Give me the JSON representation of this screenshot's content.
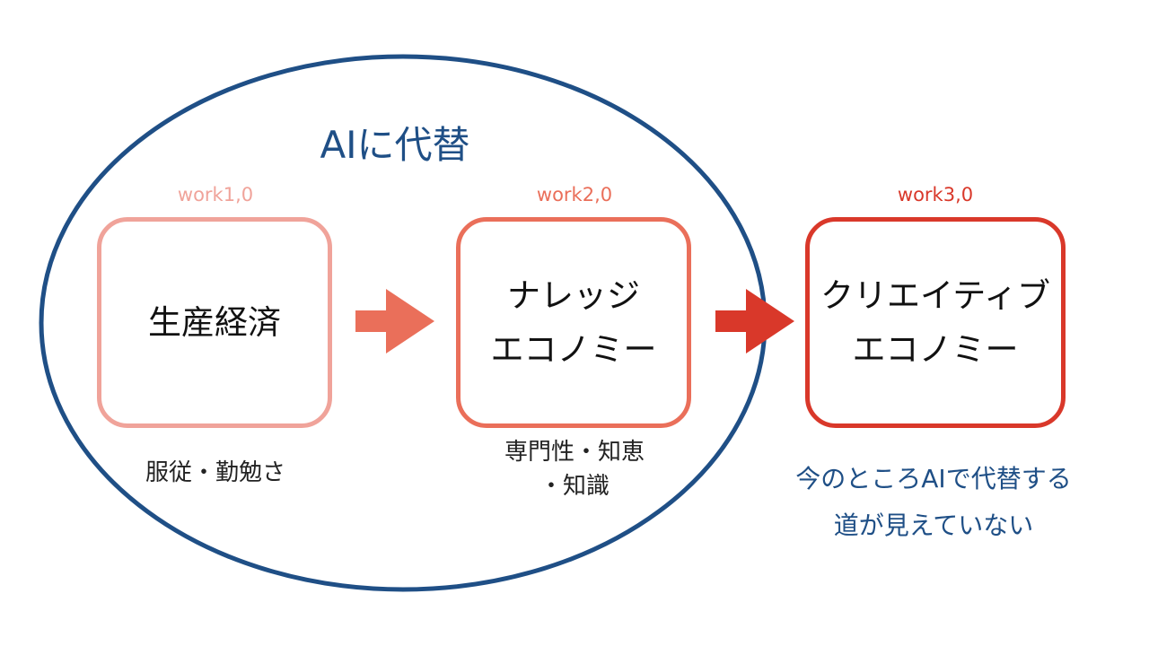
{
  "group": {
    "title": "AIに代替",
    "color": "#1f4f86"
  },
  "stages": [
    {
      "label": "work1,0",
      "name": "生産経済",
      "note": "服従・勤勉さ",
      "color": "#f0a39a"
    },
    {
      "label": "work2,0",
      "name": "ナレッジ\nエコノミー",
      "note": "専門性・知恵\n・知識",
      "color": "#ea6f5a"
    },
    {
      "label": "work3,0",
      "name": "クリエイティブ\nエコノミー",
      "color": "#d9382a"
    }
  ],
  "arrows": [
    {
      "color": "#ea6f5a",
      "icon": "right-arrow-icon"
    },
    {
      "color": "#d9382a",
      "icon": "right-arrow-icon"
    }
  ],
  "footnote": {
    "text": "今のところAIで代替する\n道が見えていない",
    "color": "#1f4f86"
  }
}
